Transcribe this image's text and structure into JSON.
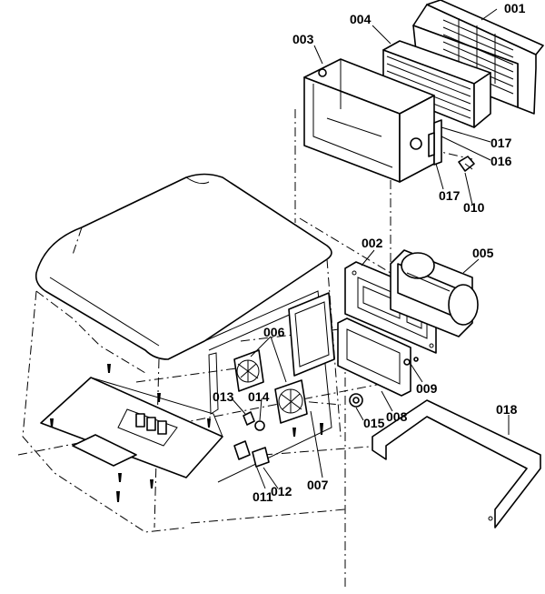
{
  "callouts": [
    {
      "id": "c001",
      "label": "001"
    },
    {
      "id": "c002",
      "label": "002"
    },
    {
      "id": "c003",
      "label": "003"
    },
    {
      "id": "c004",
      "label": "004"
    },
    {
      "id": "c005",
      "label": "005"
    },
    {
      "id": "c006",
      "label": "006"
    },
    {
      "id": "c007",
      "label": "007"
    },
    {
      "id": "c008",
      "label": "008"
    },
    {
      "id": "c009",
      "label": "009"
    },
    {
      "id": "c010",
      "label": "010"
    },
    {
      "id": "c011",
      "label": "011"
    },
    {
      "id": "c012",
      "label": "012"
    },
    {
      "id": "c013",
      "label": "013"
    },
    {
      "id": "c014",
      "label": "014"
    },
    {
      "id": "c015",
      "label": "015"
    },
    {
      "id": "c016",
      "label": "016"
    },
    {
      "id": "c017a",
      "label": "017"
    },
    {
      "id": "c017b",
      "label": "017"
    },
    {
      "id": "c018",
      "label": "018"
    }
  ],
  "colors": {
    "line": "#000000",
    "background": "#ffffff"
  }
}
